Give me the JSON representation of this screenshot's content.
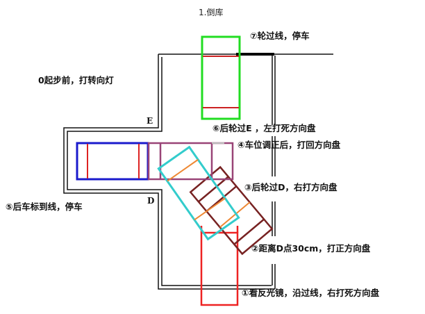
{
  "title": "1.倒库",
  "points": {
    "e": "E",
    "d": "D"
  },
  "steps": {
    "s0": "0起步前，打转向灯",
    "s1": "①看反光镜，沿过线，右打死方向盘",
    "s2": "②距离D点30cm，打正方向盘",
    "s3": "③后轮过D，右打方向盘",
    "s4": "④车位调正后，打回方向盘",
    "s5": "⑤后车标到线，停车",
    "s6": "⑥后轮过E ，左打死方向盘",
    "s7": "⑦轮过线，停车"
  },
  "colors": {
    "final_car": "#22dd22",
    "parked_car": "#1a1acc",
    "wheel_line": "#dd2222",
    "adjusting_car": "#994477",
    "turning_car_a": "#33cccc",
    "turning_car_b": "#772222",
    "start_car": "#ee2222",
    "axle": "#ee8833"
  }
}
